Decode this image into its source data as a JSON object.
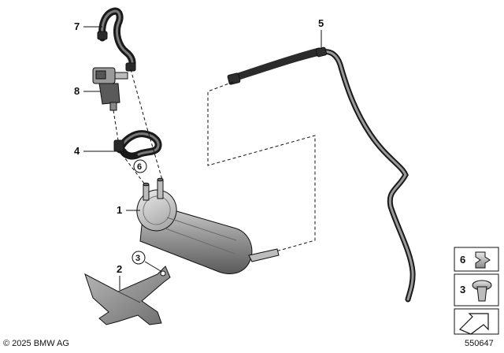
{
  "callouts": {
    "c1": "1",
    "c2": "2",
    "c3": "3",
    "c4": "4",
    "c5": "5",
    "c6": "6",
    "c7": "7",
    "c8": "8"
  },
  "legend": {
    "item6": "6",
    "item3": "3"
  },
  "footer": {
    "copyright": "© 2025 BMW AG",
    "diagram_id": "550647"
  },
  "colors": {
    "outline": "#111111",
    "part_dark": "#3a3a3a",
    "part_mid": "#8a8a8a",
    "part_light": "#c8c8c8"
  }
}
